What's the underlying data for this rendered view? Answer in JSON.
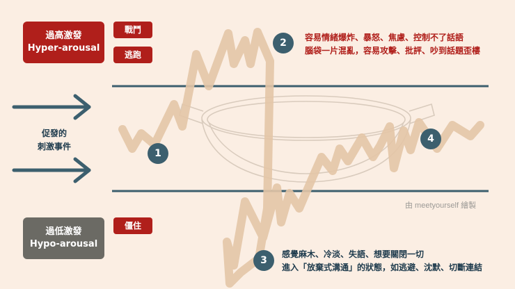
{
  "hyper": {
    "zh": "過高激發",
    "en": "Hyper-arousal"
  },
  "hypo": {
    "zh": "過低激發",
    "en": "Hypo-arousal"
  },
  "responses": {
    "fight": "戰鬥",
    "flight": "逃跑",
    "freeze": "僵住"
  },
  "trigger": {
    "line1": "促發的",
    "line2": "刺激事件"
  },
  "badges": {
    "one": "1",
    "two": "2",
    "three": "3",
    "four": "4"
  },
  "hyper_desc": {
    "line1": "容易情緒爆炸、暴怒、焦慮、控制不了話語",
    "line2": "腦袋一片混亂，容易攻擊、批評、吵到話題歪樓"
  },
  "hypo_desc": {
    "line1": "感覺麻木、冷淡、失語、想要關閉一切",
    "line2": "進入「放棄式溝通」的狀態，如逃避、沈默、切斷連結"
  },
  "credit": "由 meetyourself 繪製",
  "colors": {
    "background": "#fbeee3",
    "hyper_red": "#b01f1b",
    "hypo_gray": "#6b6a64",
    "teal": "#3c5f6e",
    "window_line": "#3c5f6e",
    "squiggle": "#e3c5a6"
  },
  "icons": {
    "arrow": "arrow-right-icon",
    "wok": "wok-icon"
  }
}
